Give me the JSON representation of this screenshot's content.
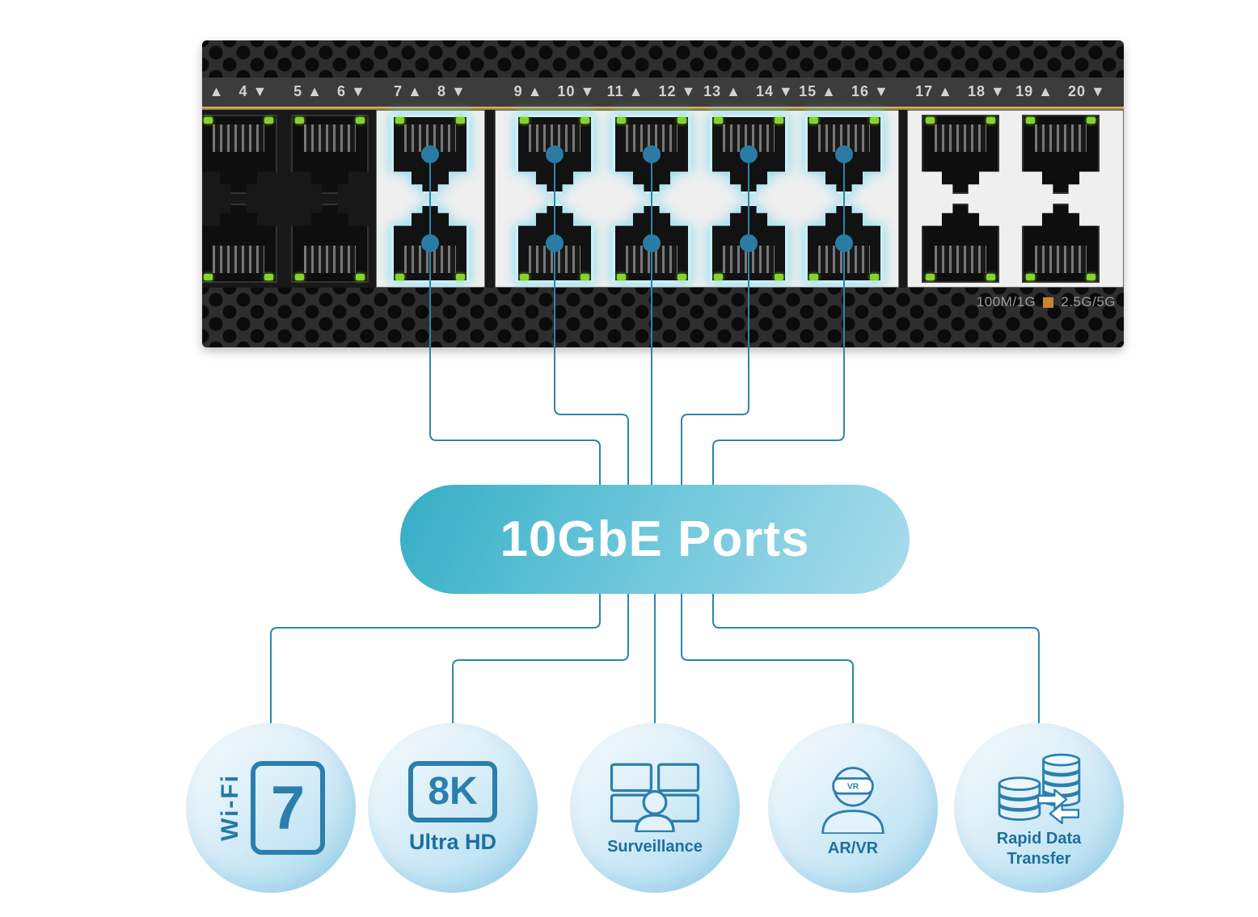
{
  "switch": {
    "port_columns": [
      {
        "top_label": "▲",
        "bottom_label": "4 ▼",
        "highlight": false
      },
      {
        "top_label": "5 ▲",
        "bottom_label": "6 ▼",
        "highlight": false
      },
      {
        "top_label": "7 ▲",
        "bottom_label": "8 ▼",
        "highlight": true
      },
      {
        "top_label": "9 ▲",
        "bottom_label": "10 ▼",
        "highlight": true
      },
      {
        "top_label": "11 ▲",
        "bottom_label": "12 ▼",
        "highlight": true
      },
      {
        "top_label": "13 ▲",
        "bottom_label": "14 ▼",
        "highlight": true
      },
      {
        "top_label": "15 ▲",
        "bottom_label": "16 ▼",
        "highlight": true
      },
      {
        "top_label": "17 ▲",
        "bottom_label": "18 ▼",
        "highlight": false
      },
      {
        "top_label": "19 ▲",
        "bottom_label": "20 ▼",
        "highlight": false
      }
    ],
    "legend": {
      "label_1": "100M/1G",
      "label_2": "2.5G/5G",
      "swatch_color": "#c8832c"
    }
  },
  "pill": {
    "label": "10GbE Ports"
  },
  "features": [
    {
      "id": "wifi-7",
      "icon": "wifi7-badge",
      "vertical_label": "Wi-Fi",
      "big_label": "7"
    },
    {
      "id": "8k-ultra-hd",
      "icon": "8k-badge",
      "badge": "8K",
      "label": "Ultra HD"
    },
    {
      "id": "surveillance",
      "icon": "surveillance-monitors-person-icon",
      "label": "Surveillance"
    },
    {
      "id": "ar-vr",
      "icon": "vr-headset-person-icon",
      "label": "AR/VR",
      "goggle_text": "VR"
    },
    {
      "id": "rapid-data-transfer",
      "icon": "database-transfer-icon",
      "label": "Rapid Data Transfer"
    }
  ],
  "colors": {
    "accent_line": "#2e86ab",
    "dot": "#2b7ca5",
    "highlight_glow": "#79d6ec",
    "pill_gradient_start": "#35adc5",
    "pill_gradient_end": "#a9dcec",
    "led_green": "#84d42e",
    "gold_stripe": "#b79b44"
  }
}
